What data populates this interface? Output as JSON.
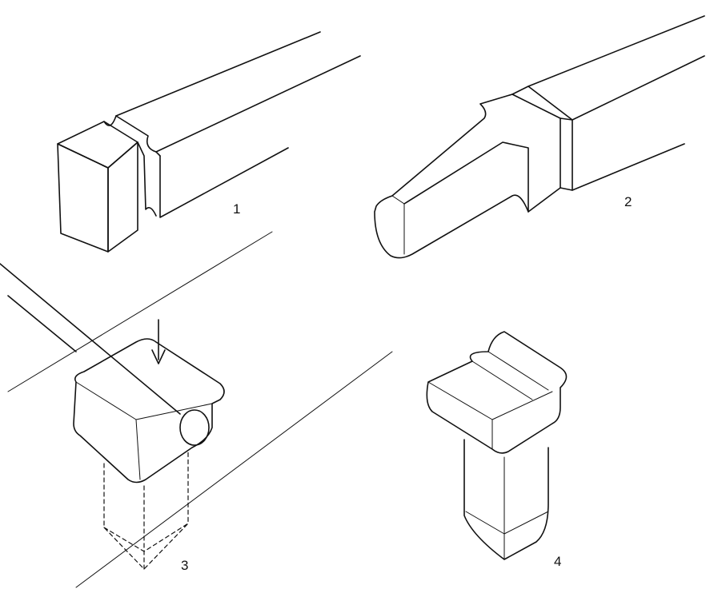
{
  "figures": [
    {
      "label": "1"
    },
    {
      "label": "2"
    },
    {
      "label": "3"
    },
    {
      "label": "4"
    }
  ]
}
